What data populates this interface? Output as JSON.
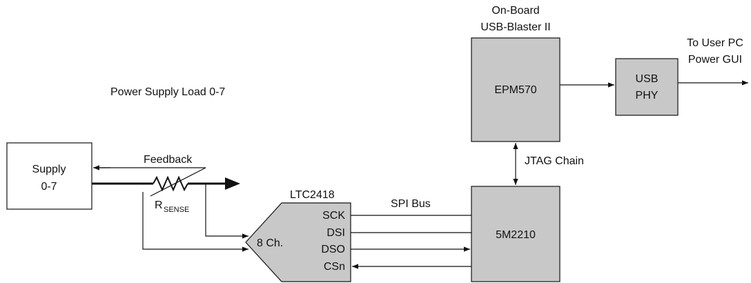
{
  "usb_blaster": {
    "heading_line1": "On-Board",
    "heading_line2": "USB-Blaster II",
    "chip_label": "EPM570"
  },
  "usb_phy": {
    "line1": "USB",
    "line2": "PHY"
  },
  "user_pc": {
    "line1": "To User PC",
    "line2": "Power GUI"
  },
  "power_supply": {
    "title": "Power Supply Load 0-7",
    "box_line1": "Supply",
    "box_line2": "0-7",
    "feedback_label": "Feedback",
    "rsense_main": "R",
    "rsense_sub": "SENSE"
  },
  "adc": {
    "name": "LTC2418",
    "channels_label": "8 Ch.",
    "pins": [
      "SCK",
      "DSI",
      "DSO",
      "CSn"
    ]
  },
  "bus": {
    "spi_label": "SPI Bus",
    "jtag_label": "JTAG Chain"
  },
  "cpld": {
    "label": "5M2210"
  },
  "colors": {
    "block_fill": "#c8c8c8",
    "stroke": "#111111"
  }
}
